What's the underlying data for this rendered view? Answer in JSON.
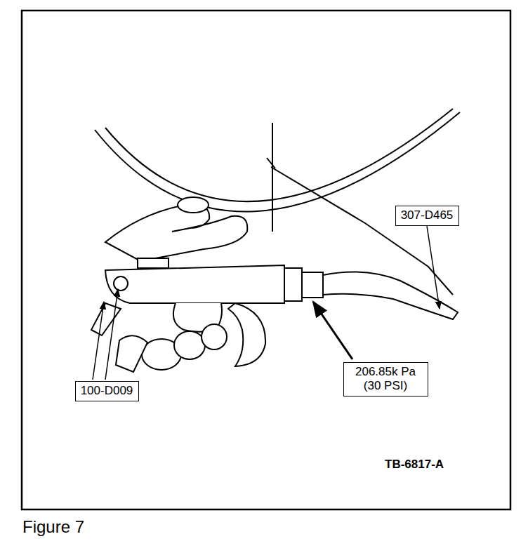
{
  "diagram": {
    "caption": "Figure 7",
    "nodes": [
      {
        "text": [
          "307-D465"
        ]
      },
      {
        "text": [
          "206.85k Pa (30 PSI)"
        ]
      },
      {
        "text": [
          "100-D009"
        ]
      }
    ],
    "edges": [],
    "labels": [
      "TB-6817-A"
    ]
  }
}
